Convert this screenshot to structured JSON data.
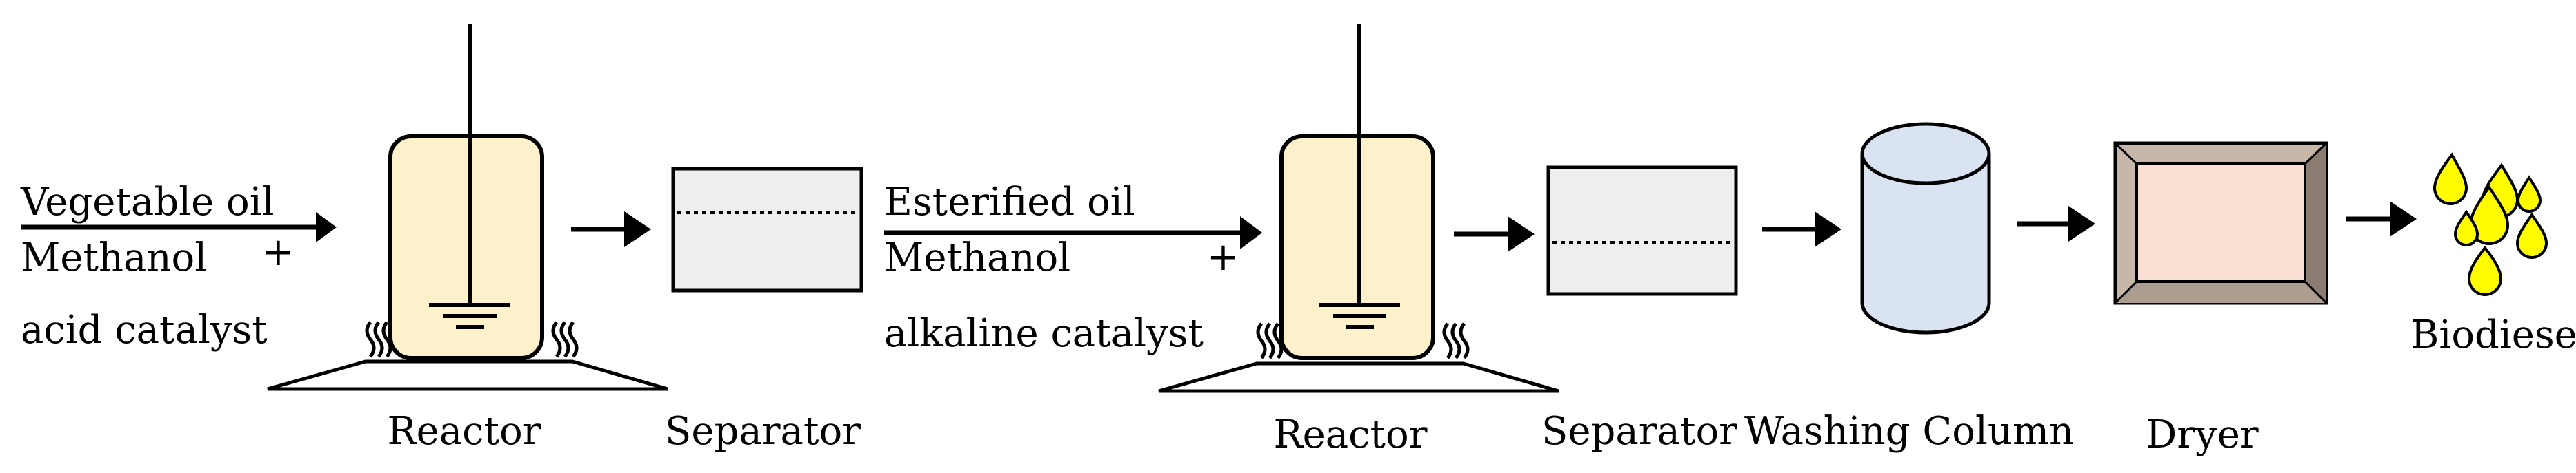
{
  "inputs_stage1": {
    "line1": "Vegetable oil",
    "line2": "Methanol",
    "plus": "+",
    "line3": "acid catalyst"
  },
  "inputs_stage2": {
    "line1": "Esterified oil",
    "line2": "Methanol",
    "plus": "+",
    "line3": "alkaline catalyst"
  },
  "units": {
    "reactor1": "Reactor",
    "separator1": "Separator",
    "reactor2": "Reactor",
    "separator2": "Separator",
    "washing_column": "Washing Column",
    "dryer": "Dryer",
    "product": "Biodiesel"
  },
  "colors": {
    "reactor_fill": "#fdf1cc",
    "separator_fill": "#eeeeee",
    "column_fill": "#d9e3f2",
    "dryer_inner": "#fadfd3",
    "dryer_frame": "#c7b7a9",
    "dryer_frame_dark": "#8b7b70",
    "droplet": "#fffb00",
    "stroke": "#000000"
  }
}
